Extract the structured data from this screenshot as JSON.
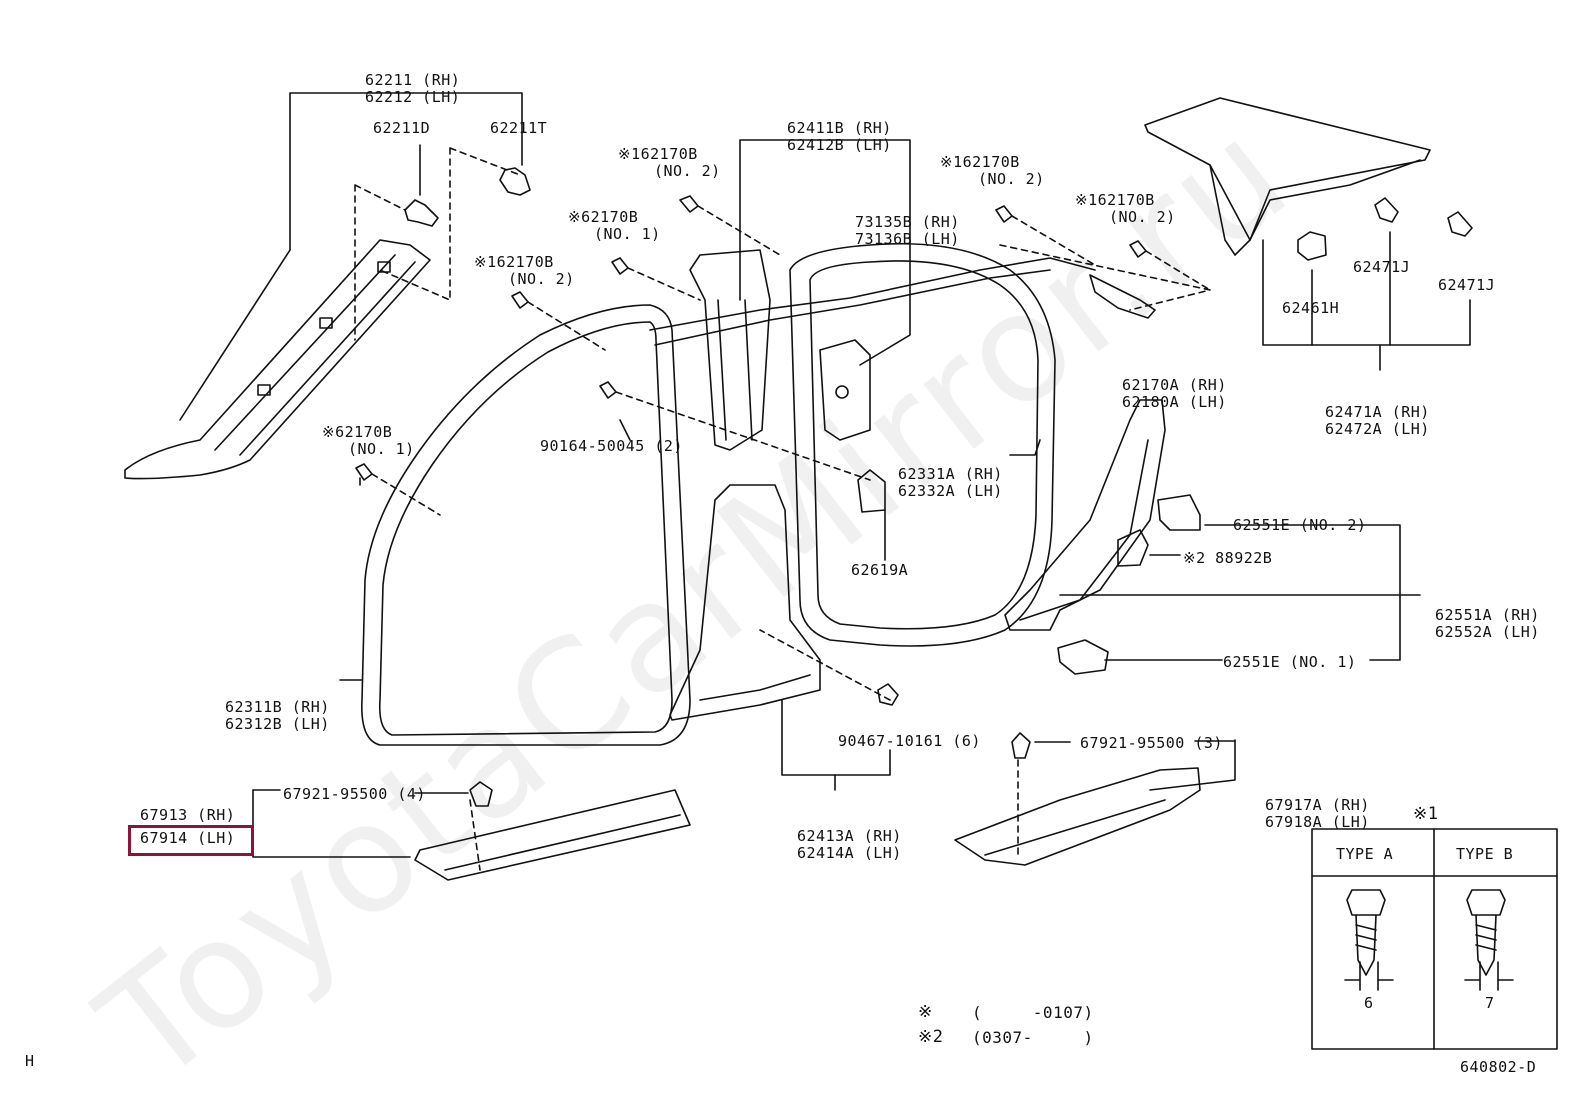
{
  "watermark": "ToyotaCarMirror.ru",
  "labels": {
    "l62211": [
      "62211 (RH)",
      "62212 (LH)"
    ],
    "l62211D": "62211D",
    "l62211T": "62211T",
    "l162170B_1": [
      "※162170B",
      "(NO. 2)"
    ],
    "l62170B_1": [
      "※62170B",
      "(NO. 1)"
    ],
    "l162170B_2": [
      "※162170B",
      "(NO. 2)"
    ],
    "l62411B": [
      "62411B (RH)",
      "62412B (LH)"
    ],
    "l73135B": [
      "73135B (RH)",
      "73136B (LH)"
    ],
    "l162170B_3": [
      "※162170B",
      "(NO. 2)"
    ],
    "l162170B_4": [
      "※162170B",
      "(NO. 2)"
    ],
    "l62170A": [
      "62170A (RH)",
      "62180A (LH)"
    ],
    "l62461H": "62461H",
    "l62471J_1": "62471J",
    "l62471J_2": "62471J",
    "l62471A": [
      "62471A (RH)",
      "62472A (LH)"
    ],
    "l62170B_2": [
      "※62170B",
      "(NO. 1)"
    ],
    "l90164": "90164-50045 (2)",
    "l62331A": [
      "62331A (RH)",
      "62332A (LH)"
    ],
    "l62619A": "62619A",
    "l62551E_2": "62551E (NO. 2)",
    "l88922B": "※2 88922B",
    "l62551A": [
      "62551A (RH)",
      "62552A (LH)"
    ],
    "l62551E_1": "62551E (NO. 1)",
    "l62311B": [
      "62311B (RH)",
      "62312B (LH)"
    ],
    "l90467": "90467-10161 (6)",
    "l67921_a": "67921-95500 (4)",
    "l67913": "67913 (RH)",
    "l67914": "67914 (LH)",
    "l62413A": [
      "62413A (RH)",
      "62414A (LH)"
    ],
    "l67921_b": "67921-95500 (3)",
    "l67917A": [
      "67917A (RH)",
      "67918A (LH)"
    ]
  },
  "legend": {
    "mark": "※1",
    "type_a": "TYPE A",
    "type_b": "TYPE B",
    "dim_a": "6",
    "dim_b": "7"
  },
  "footnotes": {
    "note1_mark": "※",
    "note1_range": "(     -0107)",
    "note2_mark": "※2",
    "note2_range": "(0307-     )"
  },
  "corner_left": "H",
  "diagram_code": "640802-D",
  "colors": {
    "highlight": "#8a1538",
    "line": "#111111"
  }
}
